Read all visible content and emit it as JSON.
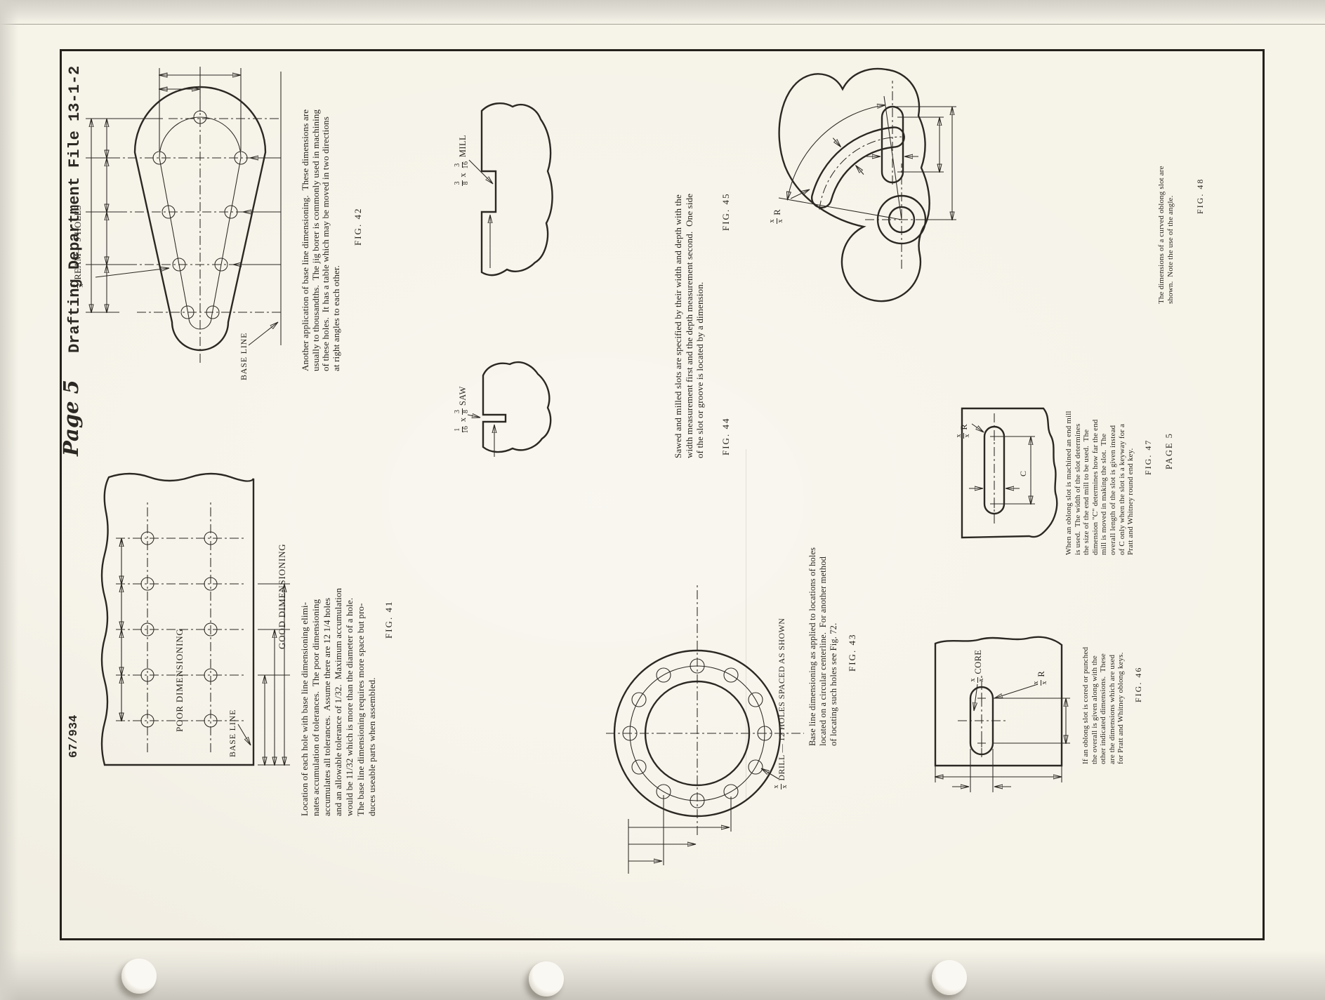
{
  "colors": {
    "ink": "#2b2823",
    "paper": "#f6f3e9"
  },
  "header": {
    "doc_number": "67/934",
    "page_label": "Page 5",
    "title": "Drafting Department File 13-1-2"
  },
  "footer": {
    "page_label": "PAGE 5"
  },
  "fig41": {
    "fig_label": "FIG. 41",
    "poor_label": "POOR DIMENSIONING",
    "good_label": "GOOD DIMENSIONING",
    "baseline_label": "BASE LINE",
    "caption": [
      "Location of each hole with base line dimensioning elimi-",
      "nates accumulation of tolerances.  The poor dimensioning",
      "accumulates all tolerances.  Assume there are 12 1/4 holes",
      "and an allowable tolerance of 1/32.  Maximum accumulation",
      "would be 11/32 which is more than the diameter of a hole.",
      "The base line dimensioning requires more space but pro-",
      "duces useable parts when assembled."
    ]
  },
  "fig42": {
    "fig_label": "FIG. 42",
    "ream": {
      "num": "x",
      "den": "x",
      "text": "REAM— 9 HOLES"
    },
    "baseline_label": "BASE LINE",
    "caption": [
      "Another application of base line dimensioning.  These dimensions are",
      "usually to thousandths.  The jig borer is commonly used in machining",
      "of these holes.  It has a table which may be moved in two directions",
      "at right angles to each other."
    ]
  },
  "fig43": {
    "fig_label": "FIG. 43",
    "drill": {
      "num": "x",
      "den": "x",
      "text": "DRILL — 12 HOLES SPACED AS SHOWN"
    },
    "caption": [
      "Base line dimensioning as applied to locations of holes",
      "located on a circular centerline.  For another method",
      "of locating such holes see Fig. 72."
    ]
  },
  "fig44": {
    "fig_label": "FIG. 44",
    "dim": {
      "n1": "1",
      "d1": "16",
      "mid": "x",
      "n2": "3",
      "d2": "8",
      "tool": "SAW"
    }
  },
  "fig45": {
    "fig_label": "FIG. 45",
    "dim": {
      "n1": "3",
      "d1": "8",
      "mid": "x",
      "n2": "3",
      "d2": "16",
      "tool": "MILL"
    }
  },
  "fig4445_caption": [
    "Sawed and milled slots are specified by their width and depth with the",
    "width measurement first and the depth measurement second.  One side",
    "of the slot or groove is located by a dimension."
  ],
  "fig46": {
    "fig_label": "FIG. 46",
    "core": {
      "num": "x",
      "den": "x",
      "text": "CORE"
    },
    "r": {
      "num": "x",
      "den": "x",
      "text": "R"
    },
    "caption": [
      "If an oblong slot is cored or punched",
      "the overall is given along with the",
      "other indicated dimensions.  These",
      "are the dimensions which are used",
      "for Pratt and Whitney oblong keys."
    ]
  },
  "fig47": {
    "fig_label": "FIG. 47",
    "r": {
      "num": "x",
      "den": "x",
      "text": "R"
    },
    "c_label": "C",
    "caption": [
      "When an oblong slot is machined an end mill",
      "is used.  The width of the slot determines",
      "the size of the end mill to be used.  The",
      "dimension \"C\" determines how far the end",
      "mill is moved in making the slot.  The",
      "overall length of the slot is given instead",
      "of C only when the slot is a keyway for a",
      "Pratt and Whitney round end key."
    ]
  },
  "fig48": {
    "fig_label": "FIG. 48",
    "r": {
      "num": "x",
      "den": "x",
      "text": "R"
    },
    "caption": [
      "The dimensions of a curved oblong slot are",
      "shown.  Note the use of the angle."
    ]
  }
}
